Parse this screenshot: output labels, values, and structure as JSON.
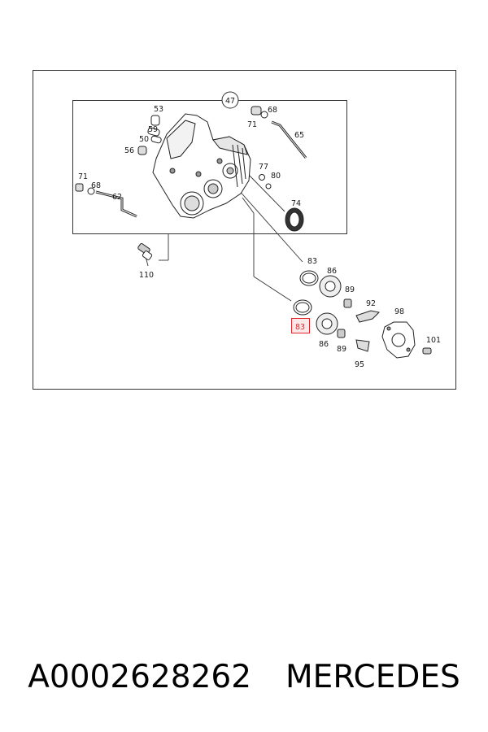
{
  "diagram": {
    "callouts": {
      "c47": "47",
      "c53": "53",
      "c59": "59",
      "c50": "50",
      "c56": "56",
      "c71a": "71",
      "c68a": "68",
      "c65": "65",
      "c71b": "71",
      "c68b": "68",
      "c62": "62",
      "c77": "77",
      "c80": "80",
      "c74": "74",
      "c110": "110",
      "c83a": "83",
      "c86a": "86",
      "c89a": "89",
      "c92": "92",
      "c98": "98",
      "c83b": "83",
      "c86b": "86",
      "c89b": "89",
      "c95": "95",
      "c101": "101"
    },
    "highlight_color": "#e0262d"
  },
  "footer": {
    "part_number": "A0002628262",
    "brand": "MERCEDES"
  }
}
